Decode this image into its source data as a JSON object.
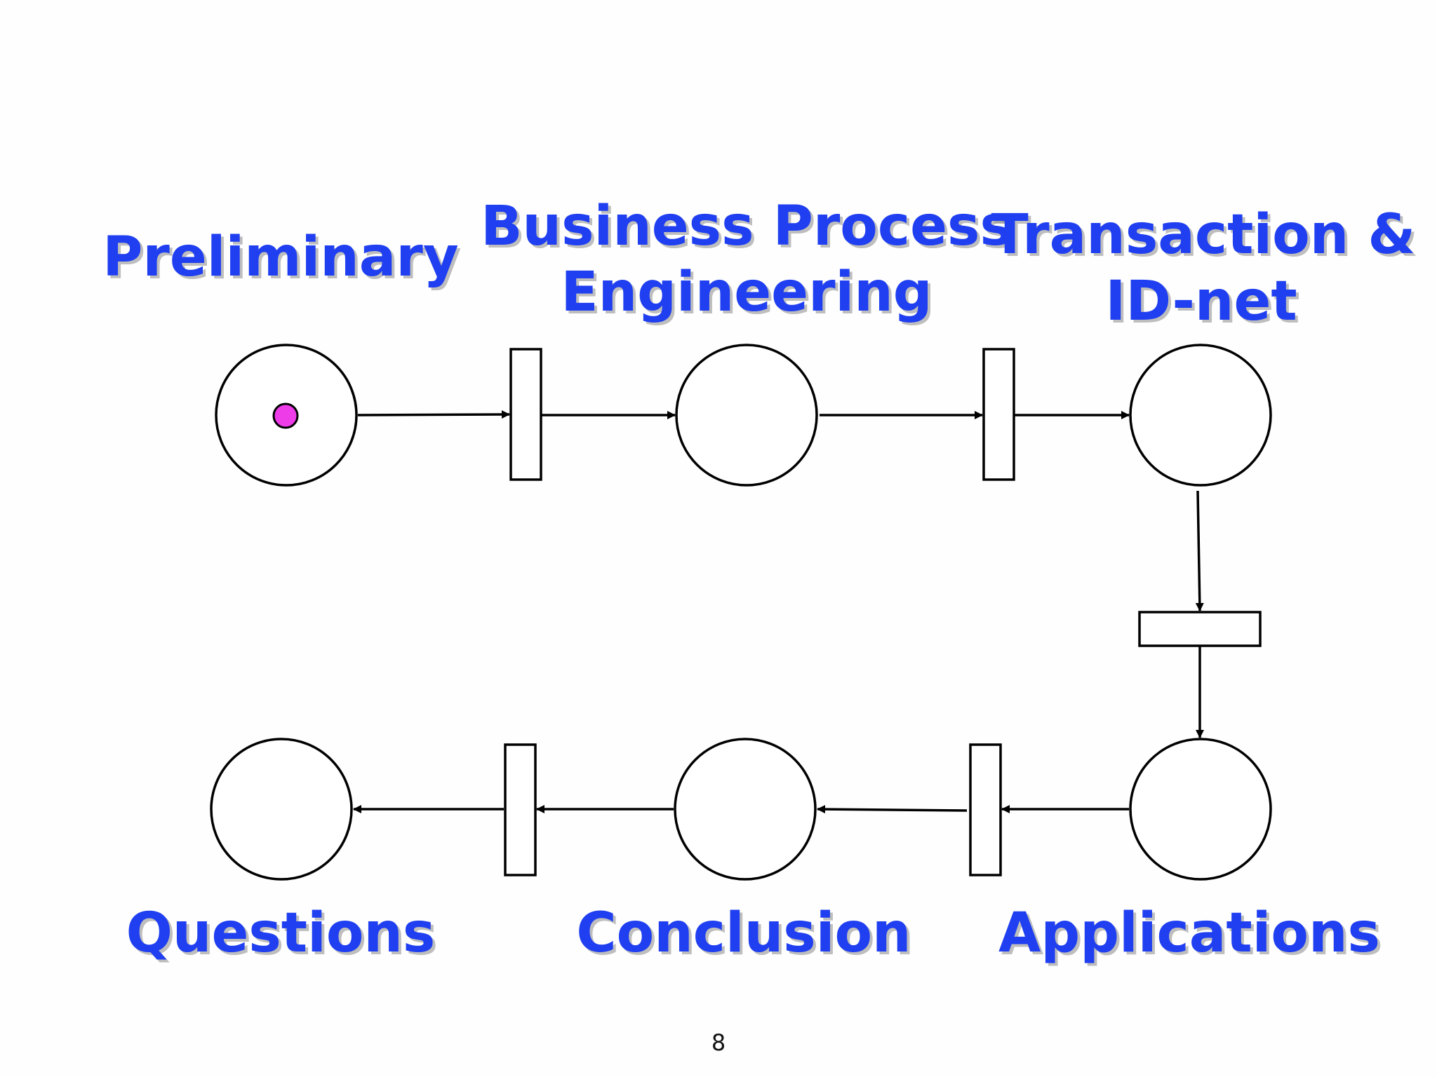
{
  "labels": {
    "preliminary": "Preliminary",
    "bpe_line1": "Business Process",
    "bpe_line2": "Engineering",
    "transaction_line1": "Transaction &",
    "transaction_line2": "ID-net",
    "questions": "Questions",
    "conclusion": "Conclusion",
    "applications": "Applications"
  },
  "page_number": "8",
  "colors": {
    "label_text": "#1f3ff0",
    "token": "#ee3ce8",
    "stroke": "#000000"
  },
  "tokens": {
    "preliminary": 1
  }
}
